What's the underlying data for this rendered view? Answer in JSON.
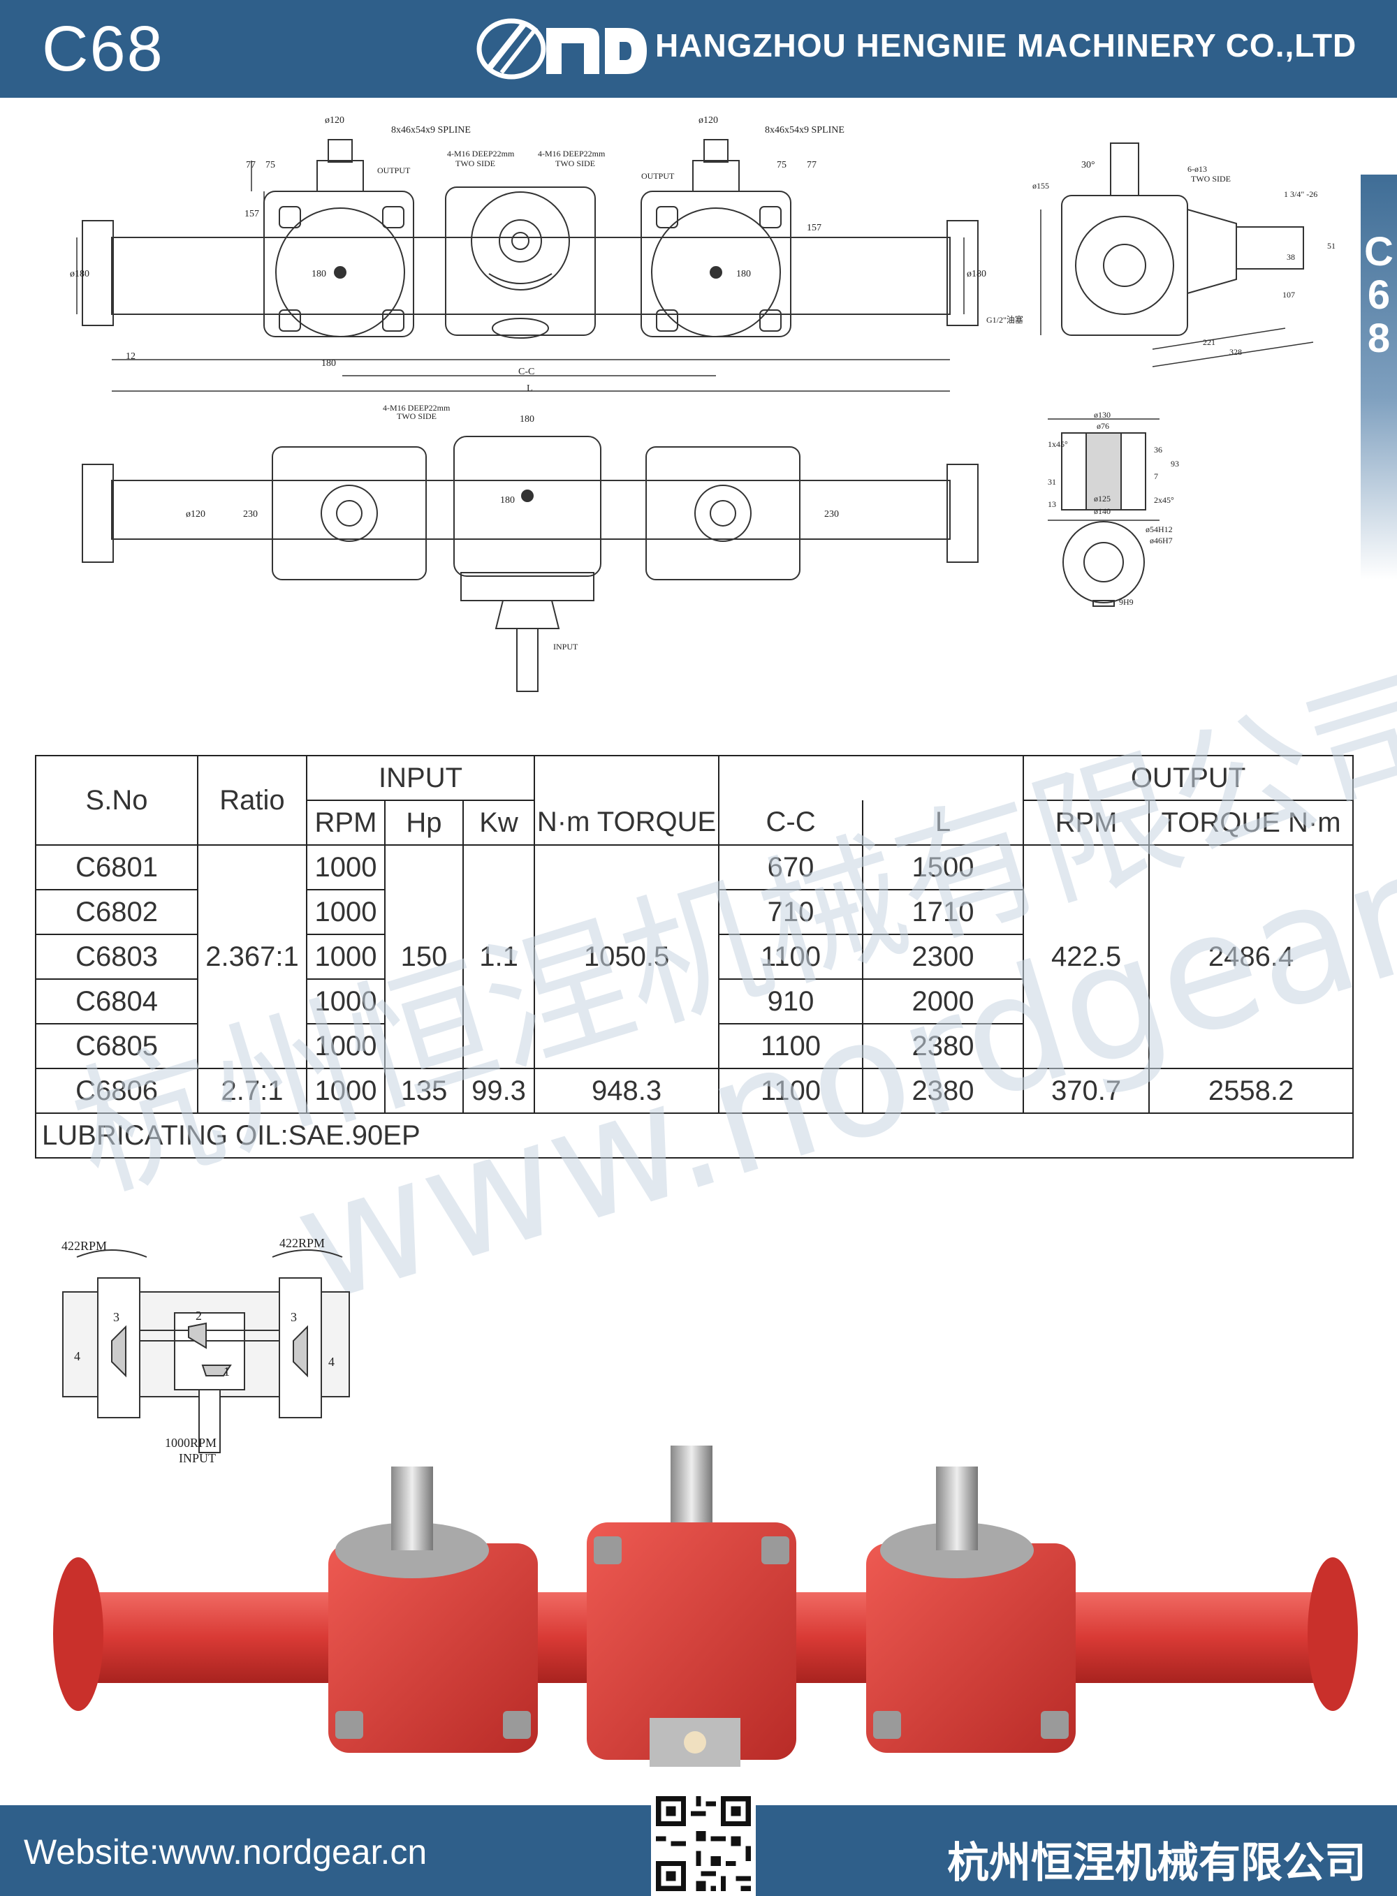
{
  "header": {
    "model_code": "C68",
    "company_name_en": "HANGZHOU HENGNIE MACHINERY CO.,LTD"
  },
  "side_tab": {
    "letters": [
      "C",
      "6",
      "8"
    ]
  },
  "drawing": {
    "spline_callout": "8x46x54x9 SPLINE",
    "thread_callout": "4-M16 DEEP22mm",
    "two_side": "TWO SIDE",
    "output_label": "OUTPUT",
    "input_label": "INPUT",
    "dims": {
      "d120": "ø120",
      "h77": "77",
      "h75": "75",
      "h157": "157",
      "d180": "ø180",
      "w180": "180",
      "h230": "230",
      "d120b": "ø120",
      "w12": "12",
      "cc": "C-C",
      "len": "L",
      "ang30": "30°",
      "holes": "6-ø13",
      "d155": "ø155",
      "spline_side": "1 3/4\" -26",
      "s38": "38",
      "s51": "51",
      "s107": "107",
      "s221": "221",
      "s328": "328",
      "oil_port": "G1/2\"油塞",
      "d130": "ø130",
      "d76": "ø76",
      "chamfer1": "1x45°",
      "h36": "36",
      "h93": "93",
      "h7": "7",
      "h31": "31",
      "h13": "13",
      "d125": "ø125",
      "d140": "ø140",
      "chamfer2": "2x45°",
      "d54": "ø54H12",
      "d46": "ø46H7",
      "w9": "9H9"
    }
  },
  "spec_table": {
    "headers": {
      "sno": "S.No",
      "ratio": "Ratio",
      "input": "INPUT",
      "rpm": "RPM",
      "hp": "Hp",
      "kw": "Kw",
      "torque": "N·m TORQUE",
      "cc": "C-C",
      "l": "L",
      "output": "OUTPUT",
      "out_rpm": "RPM",
      "out_torque": "TORQUE N·m"
    },
    "rows": [
      {
        "sno": "C6801",
        "rpm": "1000",
        "cc": "670",
        "l": "1500"
      },
      {
        "sno": "C6802",
        "rpm": "1000",
        "cc": "710",
        "l": "1710"
      },
      {
        "sno": "C6803",
        "rpm": "1000",
        "cc": "1100",
        "l": "2300"
      },
      {
        "sno": "C6804",
        "rpm": "1000",
        "cc": "910",
        "l": "2000"
      },
      {
        "sno": "C6805",
        "rpm": "1000",
        "cc": "1100",
        "l": "2380"
      },
      {
        "sno": "C6806",
        "ratio": "2.7:1",
        "rpm": "1000",
        "hp": "135",
        "kw": "99.3",
        "torque": "948.3",
        "cc": "1100",
        "l": "2380",
        "out_rpm": "370.7",
        "out_torque": "2558.2"
      }
    ],
    "group": {
      "ratio": "2.367:1",
      "hp": "150",
      "kw": "1.1",
      "torque": "1050.5",
      "out_rpm": "422.5",
      "out_torque": "2486.4"
    },
    "lubricating_oil": "LUBRICATING OIL:SAE.90EP"
  },
  "schematic": {
    "output_left_rpm": "422RPM",
    "output_right_rpm": "422RPM",
    "input_rpm": "1000RPM",
    "input_label": "INPUT",
    "gear_numbers": [
      "1",
      "2",
      "3",
      "3",
      "4",
      "4"
    ]
  },
  "watermark": {
    "cn": "杭州恒涅机械有限公司",
    "url": "www.nordgear.cn"
  },
  "footer": {
    "website": "Website:www.nordgear.cn",
    "company_name_cn": "杭州恒涅机械有限公司"
  },
  "colors": {
    "header_blue": "#2f5f8a",
    "gearbox_red": "#d93a35",
    "watermark": "#c9d6e2"
  }
}
